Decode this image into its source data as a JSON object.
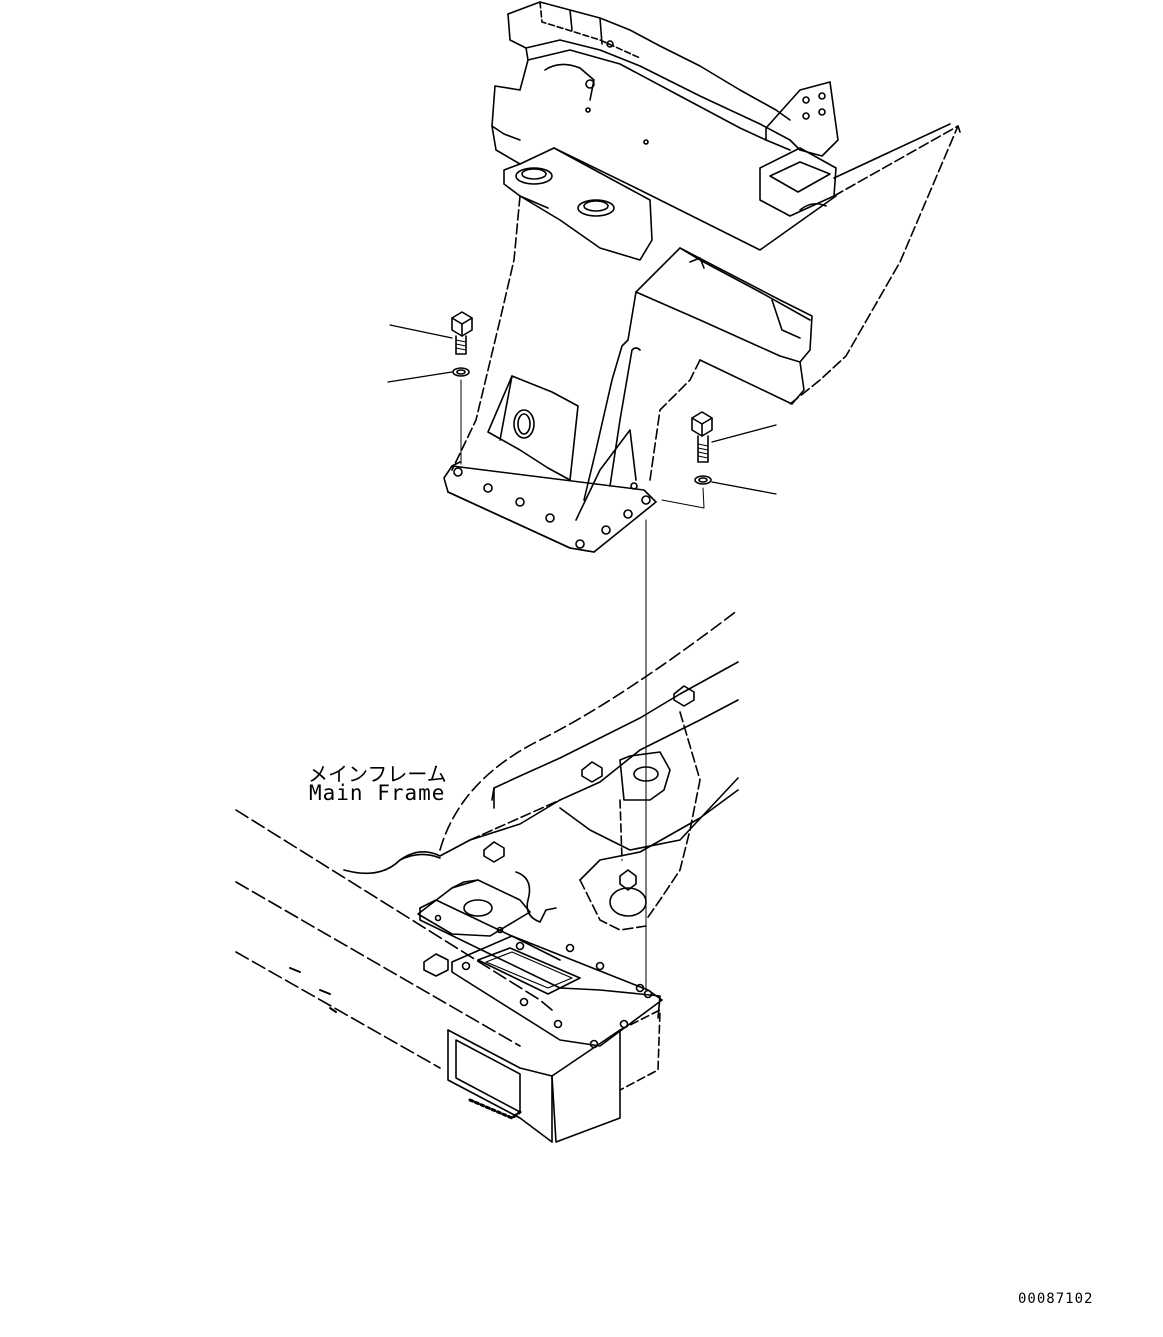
{
  "diagram": {
    "part_label": {
      "japanese": "メインフレーム",
      "english": "Main Frame"
    },
    "drawing_number": "00087102",
    "callouts": [
      {
        "name": "bolt-left"
      },
      {
        "name": "washer-left"
      },
      {
        "name": "bolt-right"
      },
      {
        "name": "washer-right"
      }
    ]
  }
}
